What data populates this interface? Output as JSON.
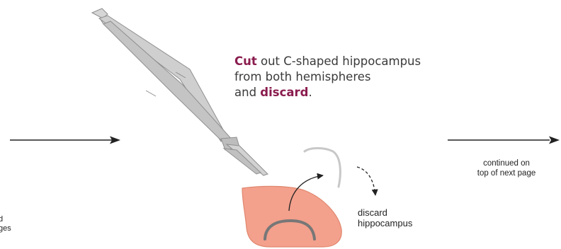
{
  "instruction": {
    "part1_highlight": "Cut",
    "part1_rest": " out C-shaped hippocampus",
    "line2": "from both hemispheres",
    "line3_prefix": "and ",
    "line3_highlight": "discard",
    "line3_suffix": "."
  },
  "continued_note": {
    "line1": "continued on",
    "line2": "top of next page"
  },
  "discard_note": {
    "line1": "discard",
    "line2": "hippocampus"
  },
  "edge_note": {
    "line1": "d",
    "line2": "ges"
  },
  "colors": {
    "highlight": "#8a1c4e",
    "tissue_fill": "#f3a08c",
    "tissue_stroke": "#e0876f",
    "hippocampus": "#777777",
    "scissors": "#c9c9c9",
    "scissors_edge": "#8f8f8f"
  },
  "icons": [
    "scissors-icon",
    "brain-tissue-icon",
    "hippocampus-icon",
    "arrow-right-icon"
  ]
}
